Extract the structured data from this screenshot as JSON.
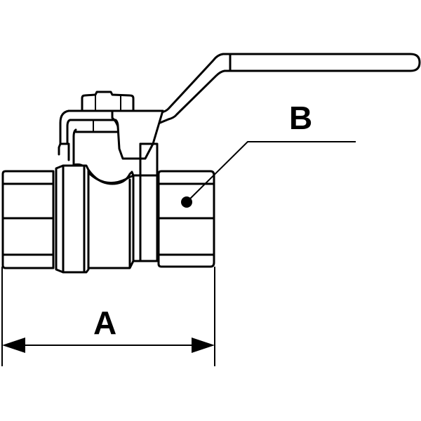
{
  "diagram": {
    "subject": "ball valve with lever handle, female threaded ends",
    "labels": {
      "length_dimension": "A",
      "thread_callout": "B"
    },
    "colors": {
      "line": "#000000",
      "background": "#ffffff"
    }
  }
}
